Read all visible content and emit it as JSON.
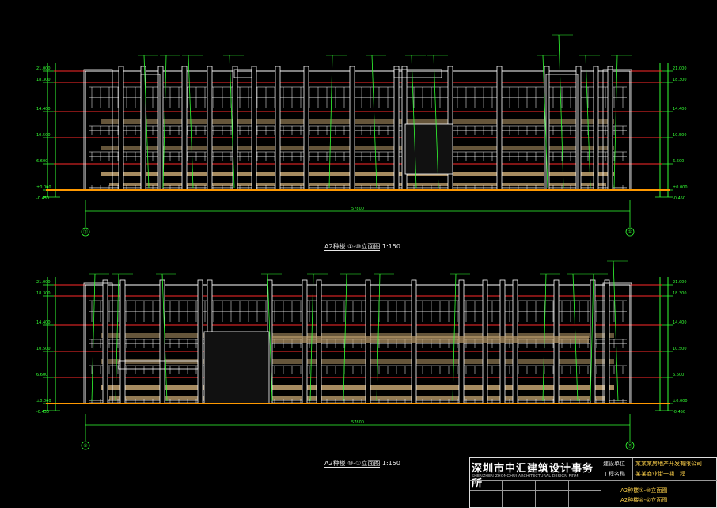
{
  "drawing": {
    "colors": {
      "background": "#000000",
      "structure": "#ffffff",
      "floor_lines": "#ff2a2a",
      "dimensions": "#33ff33",
      "ground_line": "#ff9900",
      "slab_bands": "#b89a6a",
      "leader_text": "#ffd24a"
    },
    "elevation_top": {
      "caption": "A2种楼 ①-⑩立面图",
      "scale": "1:150",
      "levels": [
        "21.000",
        "18.300",
        "14.400",
        "10.500",
        "6.600",
        "±0.000",
        "-0.450"
      ],
      "total_dimension": "57800",
      "axis_left": "⑪",
      "axis_right": "①"
    },
    "elevation_bottom": {
      "caption": "A2种楼 ⑩-①立面图",
      "scale": "1:150",
      "levels": [
        "21.000",
        "18.300",
        "14.400",
        "10.500",
        "6.600",
        "±0.000",
        "-0.450"
      ],
      "total_dimension": "57800",
      "axis_left": "①",
      "axis_right": "⑪"
    }
  },
  "title_block": {
    "firm_cn": "深圳市中汇建筑设计事务所",
    "firm_en": "SHENZHEN ZHONGHUI ARCHITECTURAL DESIGN FIRM",
    "client_label": "建设单位",
    "client_value": "某某某房地产开发有限公司",
    "project_label": "工程名称",
    "project_value": "某某商业街一期工程",
    "sheet_item_1": "A2种楼①-⑩立面图",
    "sheet_item_2": "A2种楼⑩-①立面图"
  }
}
